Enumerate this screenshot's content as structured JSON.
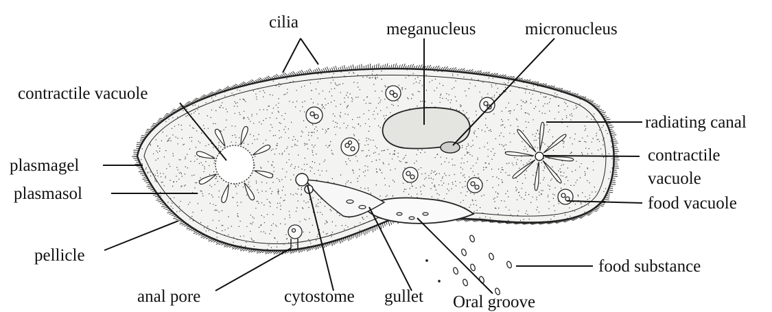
{
  "labels": {
    "cilia": "cilia",
    "meganucleus": "meganucleus",
    "micronucleus": "micronucleus",
    "contractile_vacuole_left": "contractile vacuole",
    "radiating_canal": "radiating canal",
    "plasmagel": "plasmagel",
    "contractile_right_1": "contractile",
    "contractile_right_2": "vacuole",
    "plasmasol": "plasmasol",
    "food_vacuole": "food vacuole",
    "pellicle": "pellicle",
    "food_substance": "food substance",
    "anal_pore": "anal pore",
    "cytostome": "cytostome",
    "gullet": "gullet",
    "oral_groove": "Oral groove"
  }
}
